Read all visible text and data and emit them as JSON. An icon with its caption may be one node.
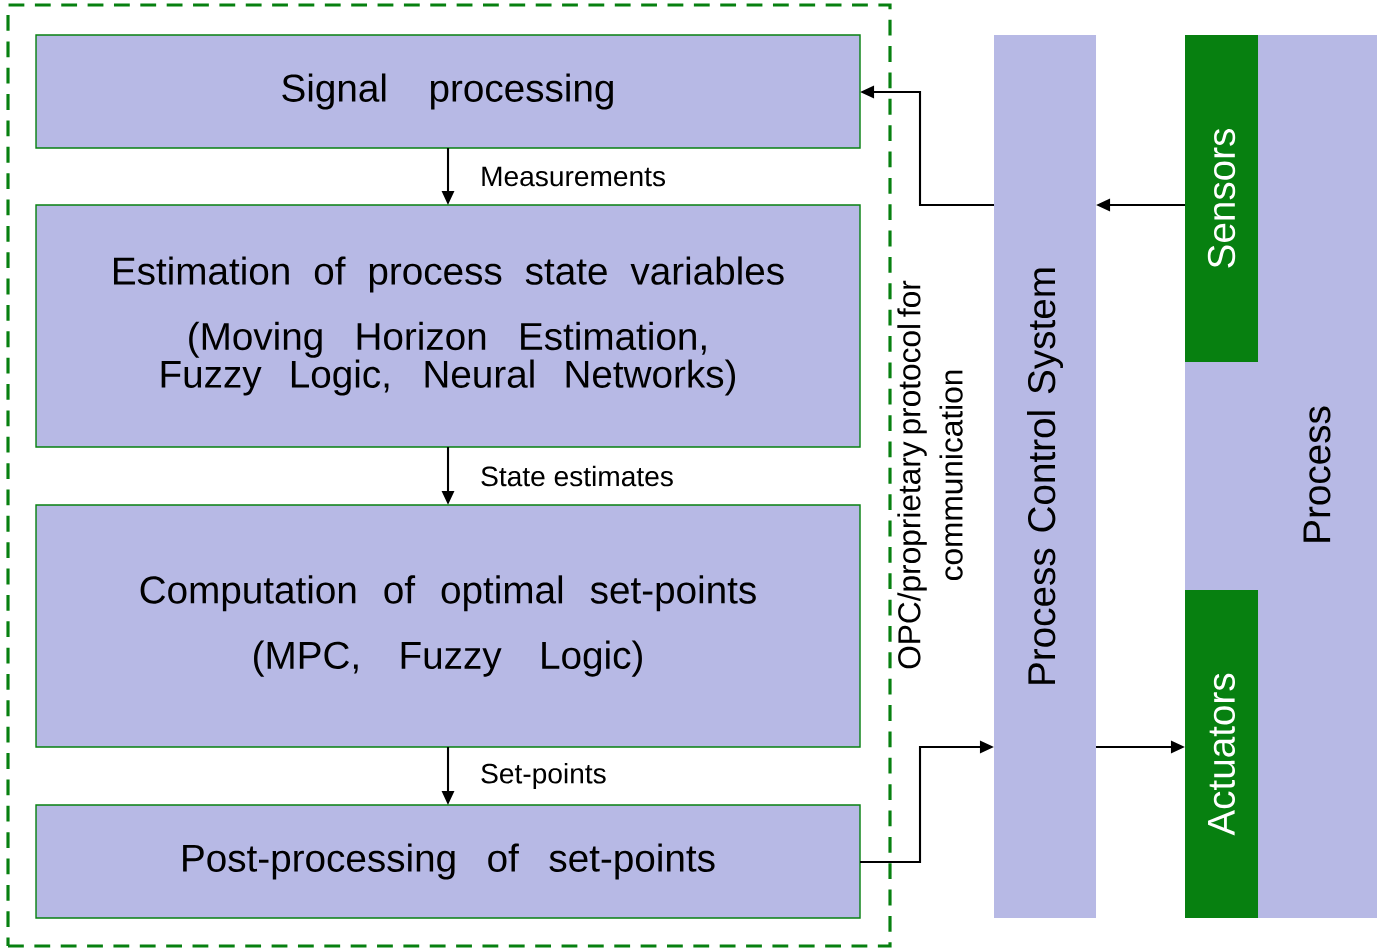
{
  "diagram": {
    "nodes": [
      {
        "text": [],
        "shape": "box"
      },
      {
        "text": [
          "Signal processing"
        ],
        "in": 0
      },
      {
        "text": [
          "Estimation of process state variables",
          "(Moving Horizon Estimation, Fuzzy Logic, Neural Networks)"
        ],
        "in": 0
      },
      {
        "text": [
          "Computation of optimal set-points",
          "(MPC, Fuzzy Logic)"
        ],
        "in": 0
      },
      {
        "text": [
          "Post-processing of set-points"
        ],
        "in": 0
      },
      {
        "text": [
          "Process Control System"
        ]
      },
      {
        "text": [
          "Process"
        ]
      },
      {
        "text": [
          "Sensors"
        ],
        "in": 6
      },
      {
        "text": [
          "Actuators"
        ],
        "in": 6
      }
    ],
    "edges": [
      {
        "from": 1,
        "to": 2,
        "arrow": "to",
        "label": "Measurements"
      },
      {
        "from": 2,
        "to": 3,
        "arrow": "to",
        "label": "State estimates"
      },
      {
        "from": 3,
        "to": 4,
        "arrow": "to",
        "label": "Set-points"
      },
      {
        "from": 5,
        "to": 1,
        "arrow": "to"
      },
      {
        "from": 4,
        "to": 5,
        "arrow": "to"
      },
      {
        "from": 7,
        "to": 5,
        "arrow": "to"
      },
      {
        "from": 5,
        "to": 8,
        "arrow": "to"
      }
    ],
    "labels": [
      "OPC/proprietary protocol for communication"
    ]
  }
}
